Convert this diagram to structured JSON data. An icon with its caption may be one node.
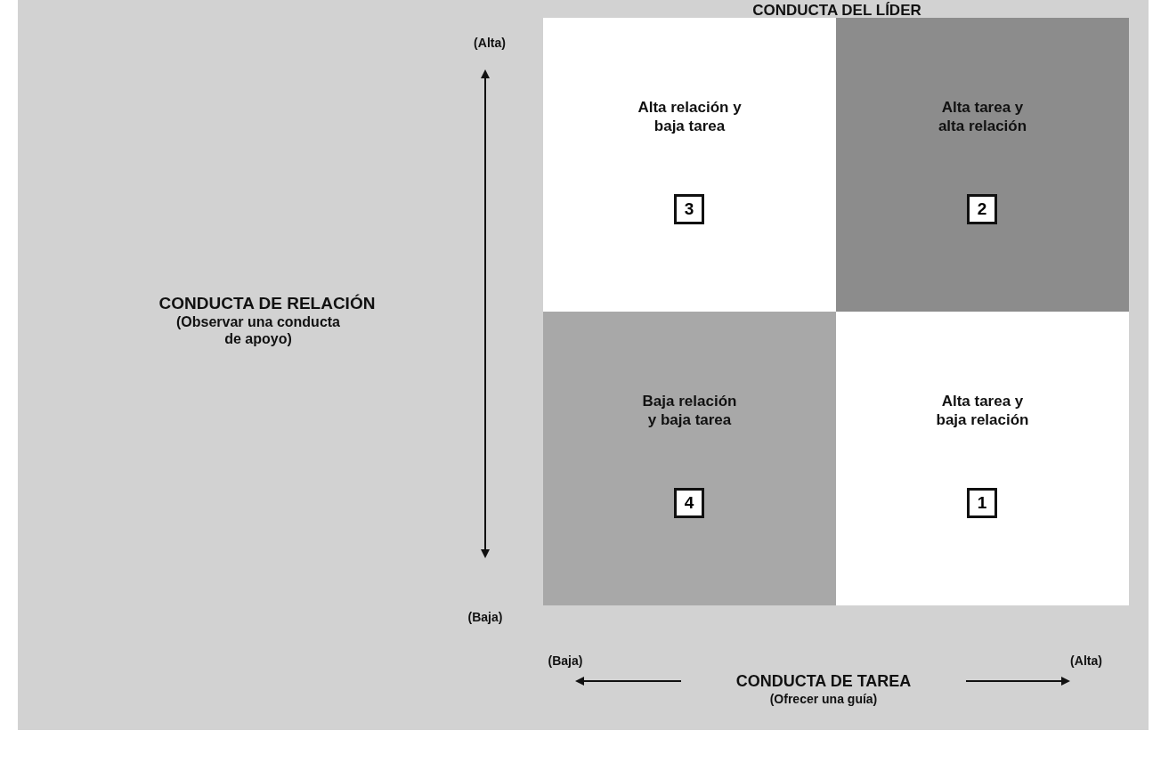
{
  "diagram": {
    "title": "CONDUCTA DEL LÍDER",
    "nodes": [
      {
        "text": [
          "Alta relación y baja tarea"
        ]
      },
      {
        "text": [
          "3"
        ],
        "in": 0
      },
      {
        "text": [
          "Alta tarea y alta relación"
        ]
      },
      {
        "text": [
          "2"
        ],
        "in": 2
      },
      {
        "text": [
          "Baja relación y baja tarea"
        ]
      },
      {
        "text": [
          "4"
        ],
        "in": 4
      },
      {
        "text": [
          "Alta tarea y baja relación"
        ]
      },
      {
        "text": [
          "1"
        ],
        "in": 6
      }
    ],
    "edges": [],
    "labels": [
      "(Alta)",
      "CONDUCTA DE RELACIÓN",
      "(Observar una conducta de apoyo)",
      "(Baja)",
      "(Baja)",
      "(Alta)",
      "CONDUCTA DE TAREA",
      "(Ofrecer una guía)"
    ]
  }
}
